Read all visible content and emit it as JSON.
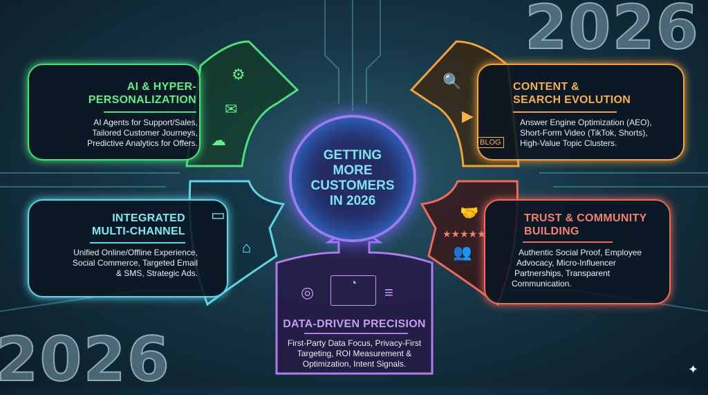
{
  "years": {
    "top_right": "2026",
    "bottom_left": "2026"
  },
  "center": {
    "title": "GETTING MORE CUSTOMERS IN 2026"
  },
  "panels": [
    {
      "id": "ai",
      "title_line1": "AI & HYPER-",
      "title_line2": "PERSONALIZATION",
      "desc": [
        "AI Agents for Support/Sales,",
        "Tailored Customer Journeys,",
        "Predictive Analytics for Offers."
      ],
      "color": "#4be07a",
      "icons": [
        "gears-head-icon",
        "email-icon",
        "cloud-database-icon"
      ]
    },
    {
      "id": "content",
      "title_line1": "CONTENT &",
      "title_line2": "SEARCH EVOLUTION",
      "desc": [
        "Answer Engine Optimization (AEO),",
        "Short-Form Video (TikTok, Shorts),",
        "High-Value Topic Clusters."
      ],
      "color": "#f5a23a",
      "icons": [
        "search-audio-icon",
        "video-phone-icon",
        "blog-icon"
      ]
    },
    {
      "id": "multichannel",
      "title_line1": "INTEGRATED",
      "title_line2": "MULTI-CHANNEL",
      "desc": [
        "Unified Online/Offline Experience,",
        "Social Commerce, Targeted Email",
        "& SMS, Strategic Ads."
      ],
      "color": "#5fd6e8",
      "icons": [
        "devices-icon",
        "store-icon"
      ]
    },
    {
      "id": "trust",
      "title_line1": "TRUST & COMMUNITY",
      "title_line2": "BUILDING",
      "desc": [
        "Authentic Social Proof, Employee",
        "Advocacy, Micro-Influencer",
        "Partnerships, Transparent",
        "Communication."
      ],
      "color": "#f06a5a",
      "icons": [
        "handshake-icon",
        "stars-icon",
        "people-icon"
      ]
    },
    {
      "id": "data",
      "title_line1": "DATA-DRIVEN PRECISION",
      "title_line2": "",
      "desc": [
        "First-Party Data Focus, Privacy-First",
        "Targeting, ROI Measurement &",
        "Optimization, Intent Signals."
      ],
      "color": "#b07cf0",
      "icons": [
        "target-icon",
        "dashboard-icon",
        "database-icon"
      ]
    }
  ]
}
